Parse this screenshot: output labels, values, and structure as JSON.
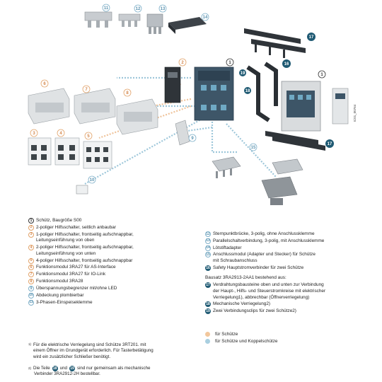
{
  "diagram": {
    "callouts": [
      "1",
      "2",
      "3",
      "4",
      "5",
      "6",
      "7",
      "8",
      "9",
      "10",
      "11",
      "12",
      "13",
      "14",
      "15",
      "16",
      "17",
      "18",
      "19"
    ],
    "vertical_code": "IC01_00764"
  },
  "legend_left": {
    "items": [
      {
        "n": "1",
        "style": "black",
        "text": "Schütz, Baugröße S00"
      },
      {
        "n": "2",
        "style": "orange",
        "text": "2-poliger Hilfsschalter, seitlich anbaubar"
      },
      {
        "n": "3",
        "style": "orange",
        "text": "1-poliger Hilfsschalter, frontseitig aufschnappbar,\nLeitungseinführung von oben"
      },
      {
        "n": "4",
        "style": "orange",
        "text": "2-poliger Hilfsschalter, frontseitig aufschnappbar,\nLeitungseinführung von unten"
      },
      {
        "n": "5",
        "style": "orange",
        "text": "4-poliger Hilfsschalter, frontseitig aufschnappbar"
      },
      {
        "n": "6",
        "style": "orange",
        "text": "Funktionsmodul 3RA27 für AS-Interface"
      },
      {
        "n": "7",
        "style": "orange",
        "text": "Funktionsmodul 3RA27 für IO-Link"
      },
      {
        "n": "8",
        "style": "orange",
        "text": "Funktionsmodul 3RA28"
      },
      {
        "n": "9",
        "style": "blue",
        "text": "Überspannungsbegrenzer mit/ohne LED"
      },
      {
        "n": "10",
        "style": "blue",
        "text": "Abdeckung plombierbar"
      },
      {
        "n": "11",
        "style": "blue",
        "text": "3-Phasen-Einspeiseklemme"
      }
    ]
  },
  "legend_right": {
    "items": [
      {
        "n": "12",
        "style": "blue",
        "text": "Sternpunktbrücke, 3-polig, ohne Anschlussklemme"
      },
      {
        "n": "13",
        "style": "blue",
        "text": "Parallelschaltverbindung, 3-polig, mit Anschlussklemme"
      },
      {
        "n": "14",
        "style": "blue",
        "text": "Lötstiftadapter"
      },
      {
        "n": "15",
        "style": "blue",
        "text": "Anschlussmodul (Adapter und Stecker) für Schütze\nmit Schraubanschluss"
      },
      {
        "n": "16",
        "style": "dark",
        "text": "Safety Hauptstromverbinder für zwei Schütze"
      }
    ],
    "bausatz_title": "Bausatz 3RA2913-2AA1\nbestehend aus:",
    "bausatz_items": [
      {
        "n": "17",
        "style": "dark",
        "text": "Verdrahtungsbausteine oben und unten zur Verbindung\nder Haupt-, Hilfs- und Steuerstromkreise mit elektrischer\nVerriegelung1), abbrechbar (Öffnerverriegelung)"
      },
      {
        "n": "18",
        "style": "dark",
        "text": "Mechanische Verriegelung2)"
      },
      {
        "n": "19",
        "style": "dark",
        "text": "Zwei Verbindungsclips für zwei Schütze2)"
      }
    ]
  },
  "key": {
    "orange_label": "für Schütze",
    "blue_label": "für Schütze und Koppelschütze",
    "orange_color": "#f2c79c",
    "blue_color": "#a9cfe0"
  },
  "footnotes": {
    "f1_mark": "1)",
    "f1_text": "Für die elektrische Verriegelung sind Schütze 3RT201. mit\neinem Öffner im Grundgerät erforderlich. Für Tasterbetätigung\nwird ein zusätzlicher Schließer benötigt.",
    "f2_mark": "2)",
    "f2_pre": "Die Teile",
    "f2_a": "18",
    "f2_und": "und",
    "f2_b": "19",
    "f2_post": "sind nur gemeinsam als mechanische",
    "f2_line2": "Verbinder 3RA2912-2H bestellbar."
  }
}
